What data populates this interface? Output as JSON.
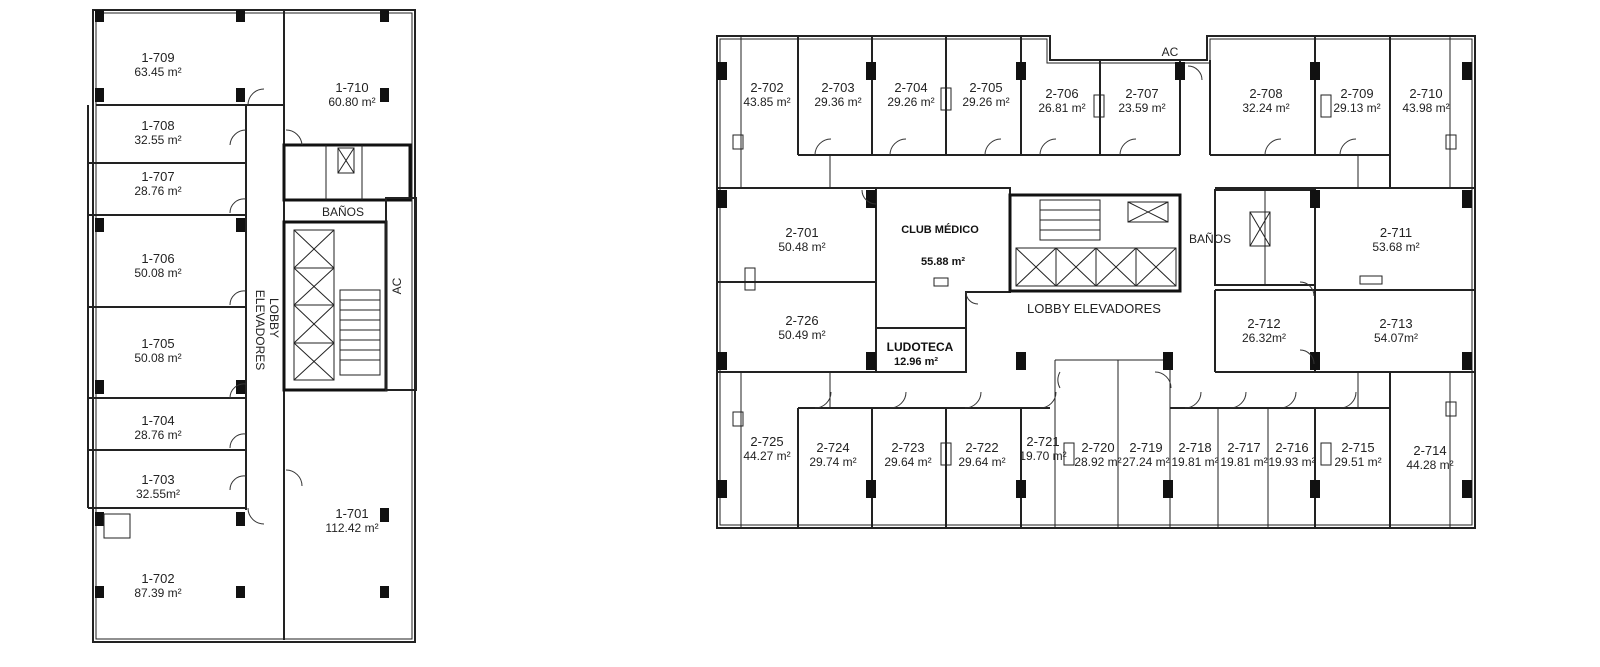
{
  "tower_1": {
    "rooms": [
      {
        "id": "1-709",
        "area": "63.45 m²"
      },
      {
        "id": "1-710",
        "area": "60.80 m²"
      },
      {
        "id": "1-708",
        "area": "32.55 m²"
      },
      {
        "id": "1-707",
        "area": "28.76 m²"
      },
      {
        "id": "1-706",
        "area": "50.08 m²"
      },
      {
        "id": "1-705",
        "area": "50.08 m²"
      },
      {
        "id": "1-704",
        "area": "28.76 m²"
      },
      {
        "id": "1-703",
        "area": "32.55m²"
      },
      {
        "id": "1-702",
        "area": "87.39 m²"
      },
      {
        "id": "1-701",
        "area": "112.42 m²"
      }
    ],
    "banos_label": "BAÑOS",
    "lobby_label": "LOBBY",
    "elevadores_label": "ELEVADORES",
    "ac_label": "AC"
  },
  "tower_2": {
    "rooms": [
      {
        "id": "2-702",
        "area": "43.85 m²"
      },
      {
        "id": "2-703",
        "area": "29.36 m²"
      },
      {
        "id": "2-704",
        "area": "29.26 m²"
      },
      {
        "id": "2-705",
        "area": "29.26 m²"
      },
      {
        "id": "2-706",
        "area": "26.81 m²"
      },
      {
        "id": "2-707",
        "area": "23.59 m²"
      },
      {
        "id": "2-708",
        "area": "32.24 m²"
      },
      {
        "id": "2-709",
        "area": "29.13 m²"
      },
      {
        "id": "2-710",
        "area": "43.98 m²"
      },
      {
        "id": "2-701",
        "area": "50.48 m²"
      },
      {
        "id": "2-711",
        "area": "53.68 m²"
      },
      {
        "id": "2-726",
        "area": "50.49 m²"
      },
      {
        "id": "2-712",
        "area": "26.32m²"
      },
      {
        "id": "2-713",
        "area": "54.07m²"
      },
      {
        "id": "2-725",
        "area": "44.27 m²"
      },
      {
        "id": "2-724",
        "area": "29.74 m²"
      },
      {
        "id": "2-723",
        "area": "29.64 m²"
      },
      {
        "id": "2-722",
        "area": "29.64 m²"
      },
      {
        "id": "2-721",
        "area": "19.70 m²"
      },
      {
        "id": "2-720",
        "area": "28.92 m²"
      },
      {
        "id": "2-719",
        "area": "27.24 m²"
      },
      {
        "id": "2-718",
        "area": "19.81 m²"
      },
      {
        "id": "2-717",
        "area": "19.81 m²"
      },
      {
        "id": "2-716",
        "area": "19.93 m²"
      },
      {
        "id": "2-715",
        "area": "29.51 m²"
      },
      {
        "id": "2-714",
        "area": "44.28 m²"
      }
    ],
    "club_medico": {
      "name": "CLUB MÉDICO",
      "area": "55.88 m²"
    },
    "ludoteca": {
      "name": "LUDOTECA",
      "area": "12.96 m²"
    },
    "lobby_label": "LOBBY ELEVADORES",
    "banos_label": "BAÑOS",
    "ac_label": "AC"
  }
}
